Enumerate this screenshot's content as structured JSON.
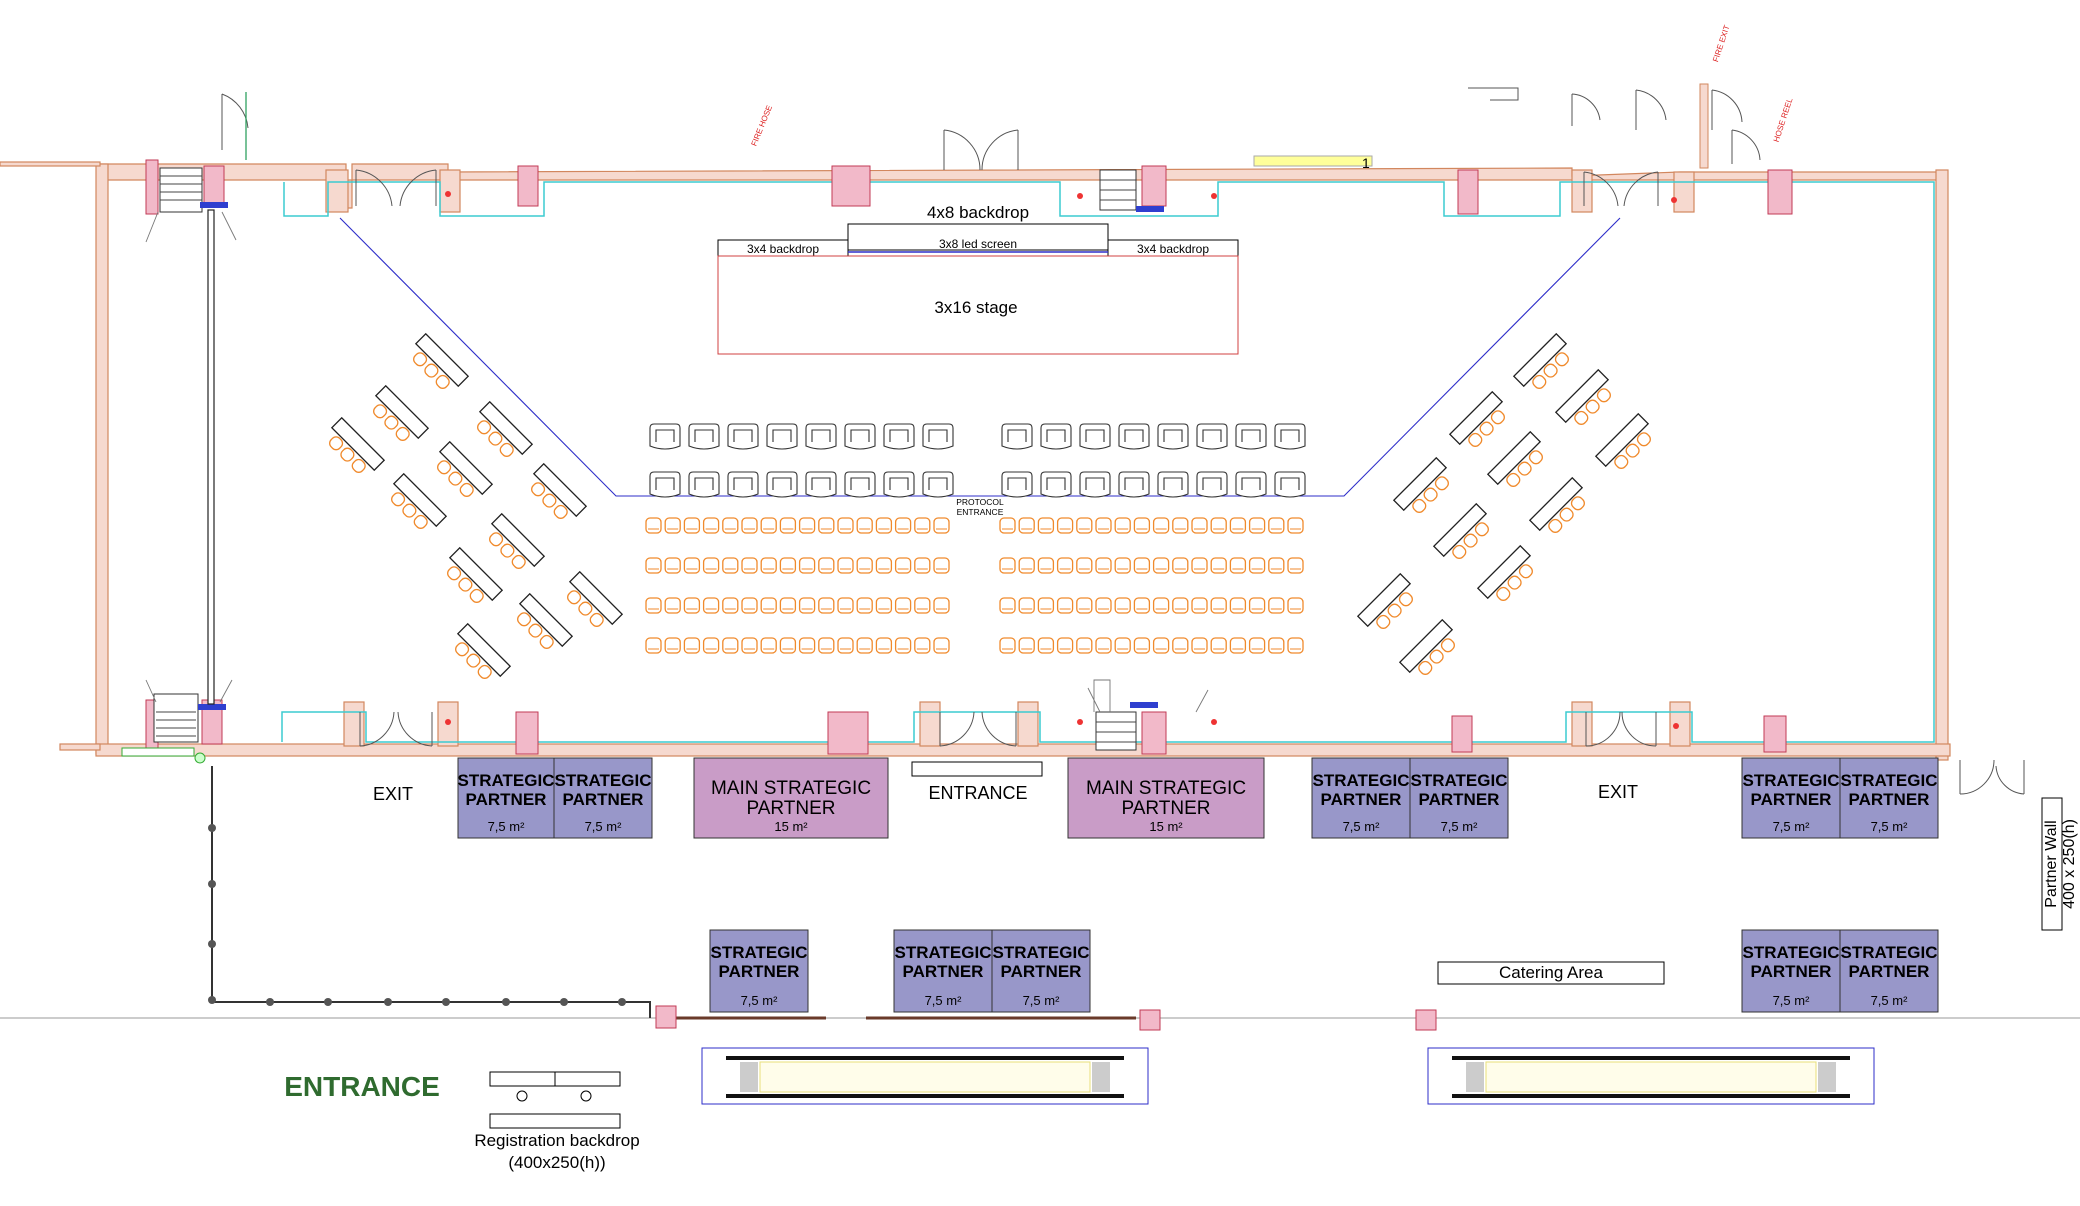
{
  "stage": {
    "backdrop_top": "4x8 backdrop",
    "backdrop_left": "3x4 backdrop",
    "backdrop_right": "3x4 backdrop",
    "led_screen": "3x8 led screen",
    "stage": "3x16 stage"
  },
  "protocol_entrance": [
    "PROTOCOL",
    "ENTRANCE"
  ],
  "labels": {
    "exit_left": "EXIT",
    "exit_right": "EXIT",
    "entrance_mid": "ENTRANCE",
    "entrance_main": "ENTRANCE",
    "catering": "Catering Area",
    "registration": [
      "Registration backdrop",
      "(400x250(h))"
    ],
    "partner_wall": [
      "Partner Wall",
      "400 x 250(h)"
    ]
  },
  "booth_types": {
    "strategic": {
      "title": [
        "STRATEGIC",
        "PARTNER"
      ],
      "area": "7,5 m²",
      "color": "#9897c9"
    },
    "main": {
      "title": [
        "MAIN STRATEGIC",
        "PARTNER"
      ],
      "area": "15 m²",
      "color": "#c99cc7"
    }
  },
  "colors": {
    "wall": "#f6d9cf",
    "wall_outline": "#d2875e",
    "inner_line": "#3ccbd0",
    "column": "#f2b9c9",
    "chair": "#f08a2c",
    "guide_line": "#2e2ec9",
    "entrance_text": "#2f6b2f",
    "stage_outline": "#d04040"
  }
}
